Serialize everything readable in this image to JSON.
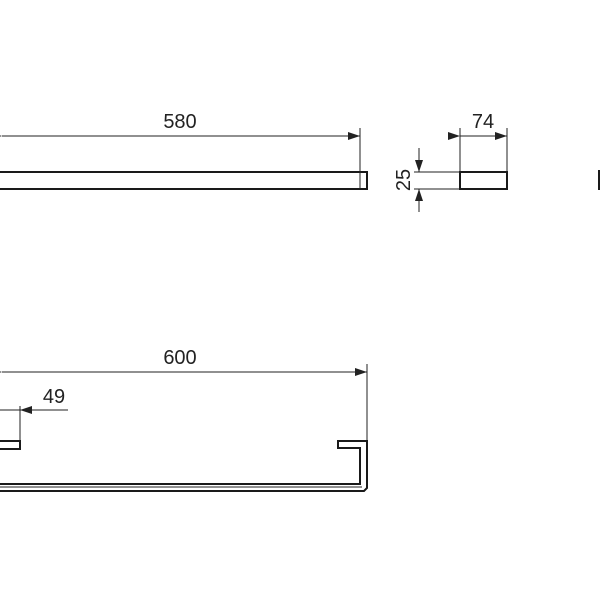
{
  "dimensions": {
    "top_length": "580",
    "depth": "74",
    "height": "25",
    "front_length": "600",
    "end_offset": "49"
  },
  "colors": {
    "line": "#1a1a1a",
    "background": "#ffffff"
  }
}
